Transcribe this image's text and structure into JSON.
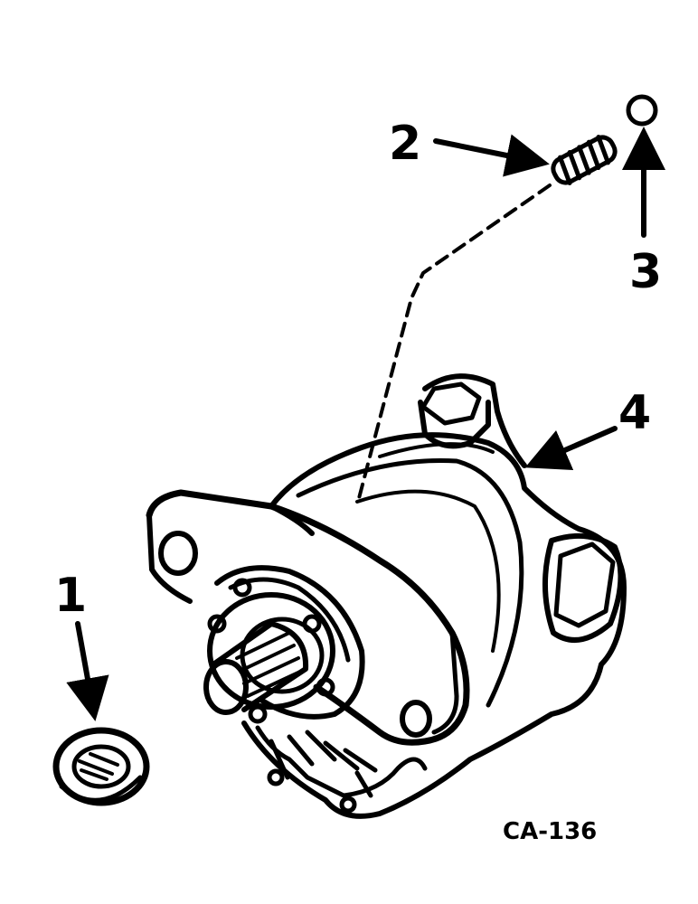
{
  "callouts": [
    {
      "id": "1",
      "label": "1"
    },
    {
      "id": "2",
      "label": "2"
    },
    {
      "id": "3",
      "label": "3"
    },
    {
      "id": "4",
      "label": "4"
    }
  ],
  "figure_code": "CA-136",
  "colors": {
    "ink": "#000000",
    "paper": "#ffffff"
  }
}
